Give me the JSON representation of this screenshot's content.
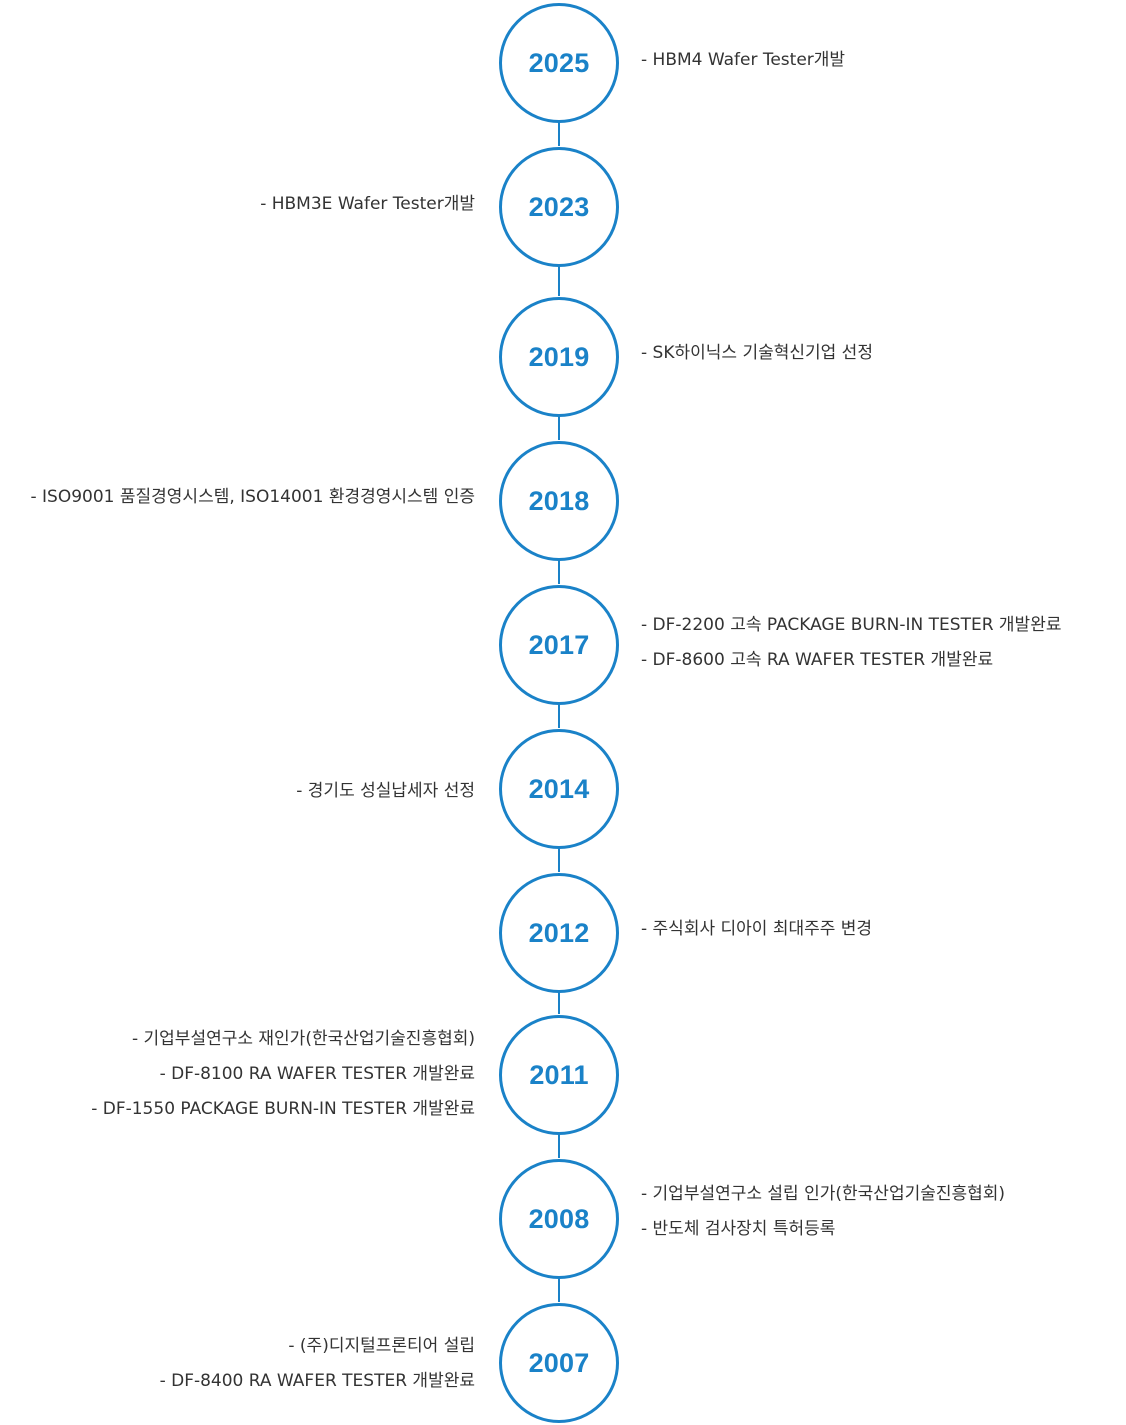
{
  "timeline": {
    "accent_color": "#1a82c8",
    "text_color": "#333333",
    "entries": [
      {
        "year": "2025",
        "side": "right",
        "events": [
          "- HBM4 Wafer Tester개발"
        ]
      },
      {
        "year": "2023",
        "side": "left",
        "events": [
          "- HBM3E Wafer Tester개발"
        ]
      },
      {
        "year": "2019",
        "side": "right",
        "events": [
          "- SK하이닉스 기술혁신기업 선정"
        ]
      },
      {
        "year": "2018",
        "side": "left",
        "events": [
          "- ISO9001 품질경영시스템, ISO14001 환경경영시스템 인증"
        ]
      },
      {
        "year": "2017",
        "side": "right",
        "events": [
          "- DF-2200 고속 PACKAGE BURN-IN TESTER 개발완료",
          "- DF-8600 고속 RA WAFER TESTER 개발완료"
        ]
      },
      {
        "year": "2014",
        "side": "left",
        "events": [
          "- 경기도 성실납세자 선정"
        ]
      },
      {
        "year": "2012",
        "side": "right",
        "events": [
          "- 주식회사 디아이 최대주주 변경"
        ]
      },
      {
        "year": "2011",
        "side": "left",
        "events": [
          "- 기업부설연구소 재인가(한국산업기술진흥협회)",
          "- DF-8100 RA WAFER TESTER 개발완료",
          "- DF-1550 PACKAGE BURN-IN TESTER 개발완료"
        ]
      },
      {
        "year": "2008",
        "side": "right",
        "events": [
          "- 기업부설연구소 설립 인가(한국산업기술진흥협회)",
          "- 반도체 검사장치 특허등록"
        ]
      },
      {
        "year": "2007",
        "side": "left",
        "events": [
          "- (주)디지털프론티어 설립",
          "- DF-8400 RA WAFER TESTER 개발완료"
        ]
      }
    ]
  }
}
